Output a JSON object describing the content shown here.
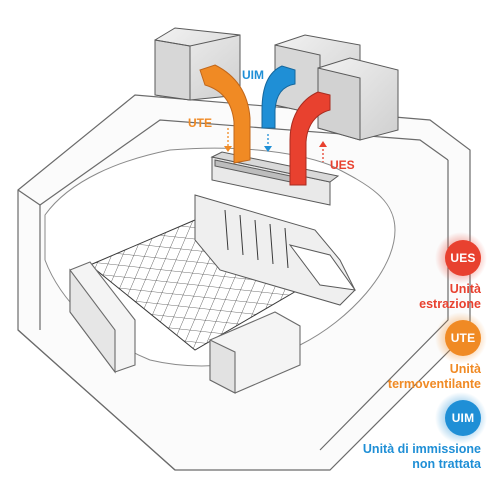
{
  "labels": {
    "uim": "UIM",
    "ute": "UTE",
    "ues": "UES"
  },
  "legend": [
    {
      "badge": "UES",
      "line1": "Unità",
      "line2": "estrazione",
      "color": "#e8412f"
    },
    {
      "badge": "UTE",
      "line1": "Unità",
      "line2": "termoventilante",
      "color": "#f08a24"
    },
    {
      "badge": "UIM",
      "line1": "Unità di immissione",
      "line2": "non trattata",
      "color": "#1f8fd6"
    }
  ],
  "colors": {
    "orange": "#f08a24",
    "red": "#e8412f",
    "blue": "#1f8fd6",
    "line": "#6b6b6b"
  }
}
